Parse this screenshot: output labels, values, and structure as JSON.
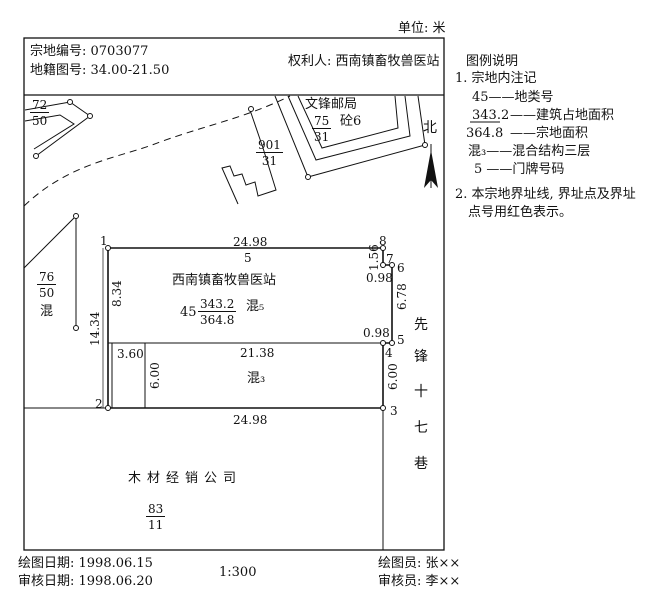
{
  "unit_label": "单位: 米",
  "header": {
    "parcel_no_label": "宗地编号: 0703077",
    "map_no_label": "地籍图号: 34.00-21.50",
    "owner_label": "权利人: 西南镇畜牧兽医站"
  },
  "legend": {
    "title": "图例说明",
    "item1": "1. 宗地内注记",
    "ex_class": "45——地类号",
    "ex_building_num": "343.2",
    "ex_building_txt": "——建筑占地面积",
    "ex_parcel_num": "364.8",
    "ex_parcel_txt": "——宗地面积",
    "ex_struct": "混₃——混合结构三层",
    "ex_door": "5 ——门牌号码",
    "item2_line1": "2. 本宗地界址线, 界址点及界址",
    "item2_line2": "点号用红色表示。"
  },
  "map": {
    "north": "北",
    "parcel_top_left": {
      "num": "72",
      "den": "50"
    },
    "post_office": "文锋邮局",
    "post_frac": {
      "num": "75",
      "den": "31"
    },
    "post_struct": "砼6",
    "left_building_frac": {
      "num": "901",
      "den": "31"
    },
    "left_parcel": {
      "num": "76",
      "den": "50"
    },
    "left_struct": "混",
    "main_name": "西南镇畜牧兽医站",
    "main_class": "45",
    "main_frac": {
      "num": "343.2",
      "den": "364.8"
    },
    "main_struct": "混₅",
    "sub_struct": "混₃",
    "lumber_name": "木材经销公司",
    "lumber_frac": {
      "num": "83",
      "den": "11"
    },
    "street": [
      "先",
      "锋",
      "十",
      "七",
      "巷"
    ],
    "points": [
      "1",
      "2",
      "3",
      "4",
      "5",
      "6",
      "7",
      "8"
    ],
    "door_no": "5",
    "dims": {
      "top": "24.98",
      "mid": "21.38",
      "bottom": "24.98",
      "left_total": "14.34",
      "left_upper": "8.34",
      "left_small": "3.60",
      "inner_600": "6.00",
      "right_600": "6.00",
      "right_678": "6.78",
      "right_156": "1.56",
      "step_098_a": "0.98",
      "step_098_b": "0.98"
    }
  },
  "footer": {
    "draw_date": "绘图日期: 1998.06.15",
    "review_date": "审核日期: 1998.06.20",
    "scale": "1:300",
    "drawer": "绘图员: 张××",
    "reviewer": "审核员: 李××"
  }
}
